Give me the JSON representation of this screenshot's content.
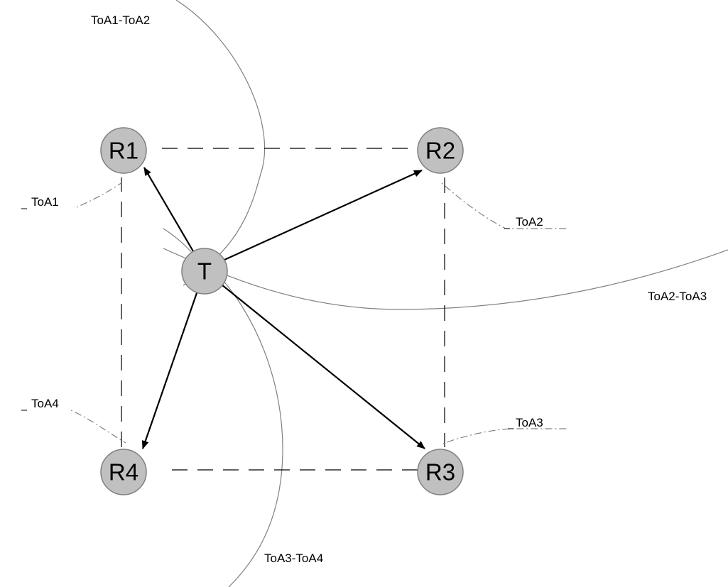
{
  "nodes": {
    "r1": "R1",
    "r2": "R2",
    "r3": "R3",
    "r4": "R4",
    "t": "T"
  },
  "toa_labels": {
    "toa1": "ToA1",
    "toa2": "ToA2",
    "toa3": "ToA3",
    "toa4": "ToA4"
  },
  "curve_labels": {
    "toa1_toa2": "ToA1-ToA2",
    "toa2_toa3": "ToA2-ToA3",
    "toa3_toa4": "ToA3-ToA4"
  },
  "colors": {
    "node_fill": "#c0c0c0",
    "curve": "#808080",
    "arrow": "#000000"
  }
}
